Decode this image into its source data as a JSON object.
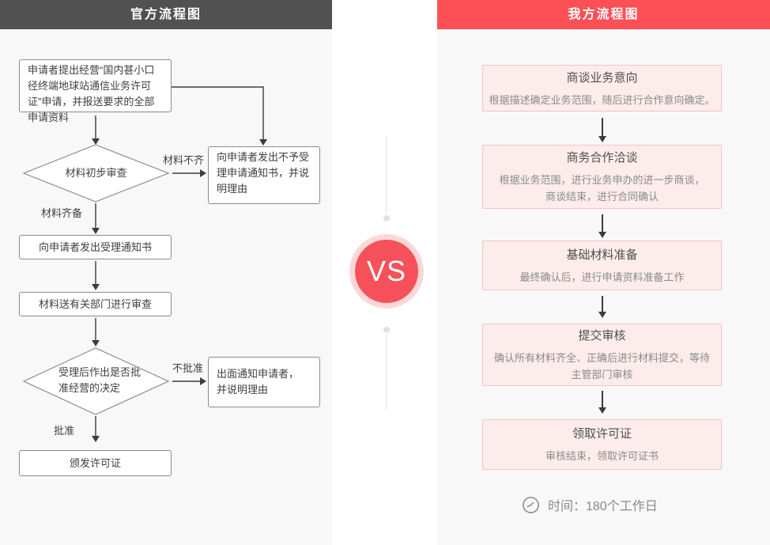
{
  "left": {
    "header": "官方流程图",
    "apply_box": "申请者提出经营“国内甚小口径终端地球站通信业务许可证”申请，并报送要求的全部申请资料",
    "diamond_initial_review": "材料初步审查",
    "label_incomplete": "材料不齐",
    "label_complete": "材料齐备",
    "reject_box": "向申请者发出不予受理申请通知书，并说明理由",
    "accept_box": "向申请者发出受理通知书",
    "review_box": "材料送有关部门进行审查",
    "diamond_decision": "受理后作出是否批准经营的决定",
    "label_not_approved": "不批准",
    "label_approved": "批准",
    "notify_box": "出面通知申请者，\n并说明理由",
    "license_box": "颁发许可证"
  },
  "center": {
    "vs": "VS"
  },
  "right": {
    "header": "我方流程图",
    "steps": [
      {
        "title": "商谈业务意向",
        "desc": "根据描述确定业务范围，随后进行合作意向确定。"
      },
      {
        "title": "商务合作洽谈",
        "desc": "根据业务范围，进行业务申办的进一步商谈，\n商谈结束，进行合同确认"
      },
      {
        "title": "基础材料准备",
        "desc": "最终确认后，进行申请资料准备工作"
      },
      {
        "title": "提交审核",
        "desc": "确认所有材料齐全、正确后进行材料提交，等待\n主管部门审核"
      },
      {
        "title": "领取许可证",
        "desc": "审核结束，领取许可证书"
      }
    ],
    "time_note": "时间：180个工作日"
  },
  "colors": {
    "accent_red": "#fc4f56",
    "header_dark": "#515151",
    "vs_red": "#f6515a",
    "vs_ring": "#fbd8d8",
    "card_pink_bg": "#fdecec",
    "card_pink_border": "#f3c3c3"
  }
}
